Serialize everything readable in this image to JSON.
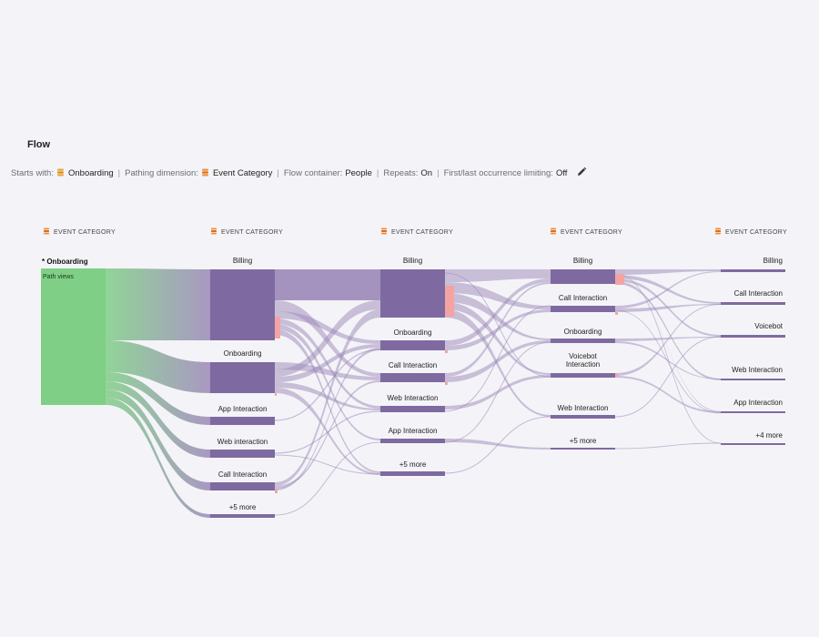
{
  "title": "Flow",
  "settings": {
    "starts_with_label": "Starts with:",
    "starts_with_value": "Onboarding",
    "pathing_label": "Pathing dimension:",
    "pathing_value": "Event Category",
    "container_label": "Flow container:",
    "container_value": "People",
    "repeats_label": "Repeats:",
    "repeats_value": "On",
    "limiting_label": "First/last occurrence limiting:",
    "limiting_value": "Off",
    "edit_icon": "pencil-icon",
    "dimension_icon": "dimension-icon"
  },
  "colors": {
    "node": "#7e6aa0",
    "link": "#9c88b8",
    "start": "#7fcf86",
    "exit": "#f4a3a3",
    "background": "#f4f4f8"
  },
  "start_node": {
    "label": "* Onboarding",
    "sublabel": "Path views"
  },
  "columns": [
    {
      "header": "EVENT CATEGORY",
      "nodes": []
    },
    {
      "header": "EVENT CATEGORY",
      "nodes": [
        "Billing",
        "Onboarding",
        "App Interaction",
        "Web interaction",
        "Call Interaction",
        "+5 more"
      ]
    },
    {
      "header": "EVENT CATEGORY",
      "nodes": [
        "Billing",
        "Onboarding",
        "Call Interaction",
        "Web Interaction",
        "App Interaction",
        "+5 more"
      ]
    },
    {
      "header": "EVENT CATEGORY",
      "nodes": [
        "Billing",
        "Call Interaction",
        "Onboarding",
        "Voicebot Interaction",
        "Web Interaction",
        "+5 more"
      ]
    },
    {
      "header": "EVENT CATEGORY",
      "nodes": [
        "Billing",
        "Call Interaction",
        "Voicebot",
        "Web Interaction",
        "App Interaction",
        "+4 more"
      ]
    }
  ]
}
